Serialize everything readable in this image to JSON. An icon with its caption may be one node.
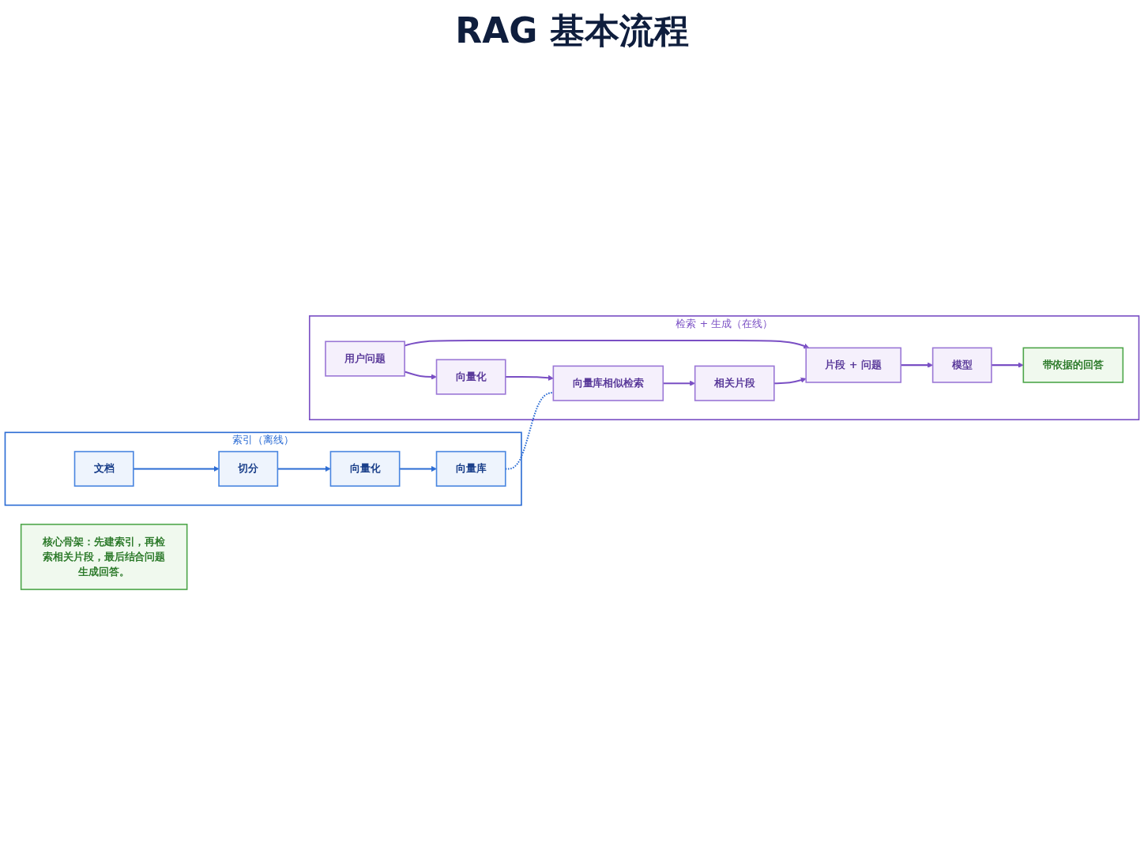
{
  "diagram": {
    "title": "RAG 基本流程",
    "nodes": [
      {
        "text": [
          "索引（离线）"
        ]
      },
      {
        "text": [
          "文档"
        ],
        "in": 0
      },
      {
        "text": [
          "切分"
        ],
        "in": 0
      },
      {
        "text": [
          "向量化"
        ],
        "in": 0
      },
      {
        "text": [
          "向量库"
        ],
        "in": 0
      },
      {
        "text": [
          "检索 + 生成（在线）"
        ]
      },
      {
        "text": [
          "用户问题"
        ],
        "in": 5
      },
      {
        "text": [
          "向量化"
        ],
        "in": 5
      },
      {
        "text": [
          "向量库相似检索"
        ],
        "in": 5
      },
      {
        "text": [
          "相关片段"
        ],
        "in": 5
      },
      {
        "text": [
          "片段 + 问题"
        ],
        "in": 5
      },
      {
        "text": [
          "模型"
        ],
        "in": 5
      },
      {
        "text": [
          "带依据的回答"
        ],
        "in": 5
      },
      {
        "text": [
          "核心骨架：先建索引，再检索相关片段，最后结合问题生成回答。"
        ]
      }
    ],
    "edges": [
      {
        "from": 1,
        "to": 2,
        "arrow": "to",
        "color": "#2b6cd4"
      },
      {
        "from": 2,
        "to": 3,
        "arrow": "to",
        "color": "#2b6cd4"
      },
      {
        "from": 3,
        "to": 4,
        "arrow": "to",
        "color": "#2b6cd4"
      },
      {
        "from": 4,
        "to": 8,
        "arrow": "none",
        "style": "dashed",
        "color": "#2b6cd4"
      },
      {
        "from": 6,
        "to": 7,
        "arrow": "to"
      },
      {
        "from": 7,
        "to": 8,
        "arrow": "to"
      },
      {
        "from": 8,
        "to": 9,
        "arrow": "to"
      },
      {
        "from": 6,
        "to": 10,
        "arrow": "to"
      },
      {
        "from": 9,
        "to": 10,
        "arrow": "to"
      },
      {
        "from": 10,
        "to": 11,
        "arrow": "to"
      },
      {
        "from": 11,
        "to": 12,
        "arrow": "to"
      }
    ]
  }
}
